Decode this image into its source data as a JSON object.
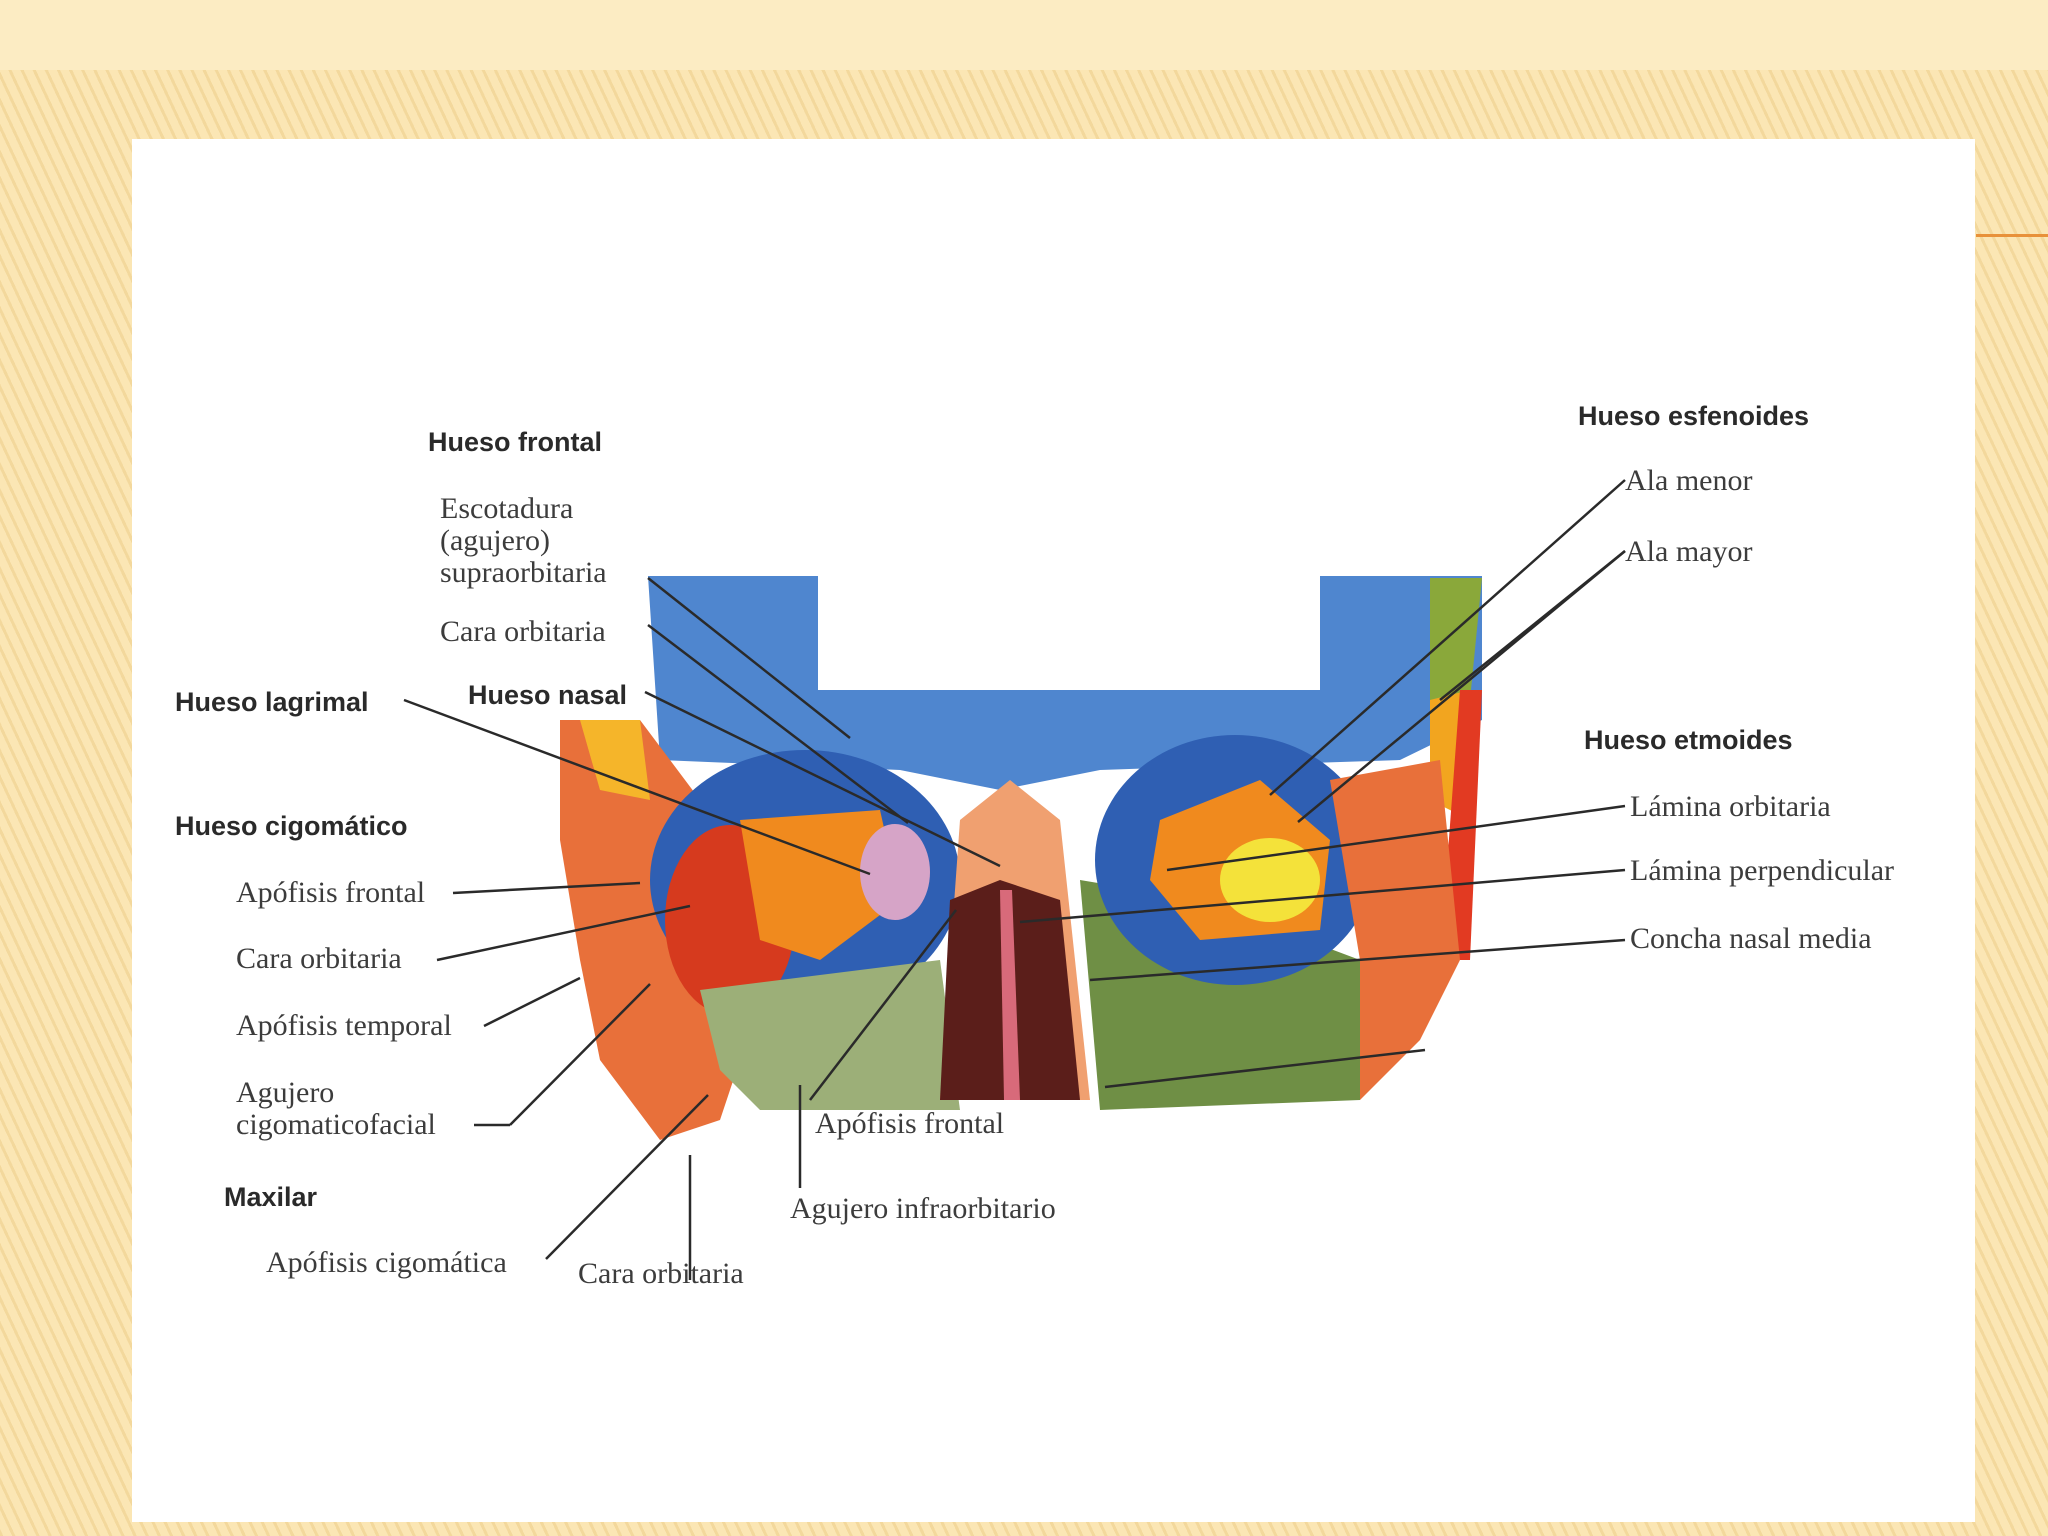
{
  "figure": {
    "labels": {
      "hueso_frontal": "Hueso frontal",
      "escotadura": "Escotadura (agujero) supraorbitaria",
      "frontal_cara_orbitaria": "Cara orbitaria",
      "hueso_nasal": "Hueso nasal",
      "hueso_lagrimal": "Hueso lagrimal",
      "hueso_cigomatico": "Hueso cigomático",
      "cig_apofisis_frontal": "Apófisis frontal",
      "cig_cara_orbitaria": "Cara orbitaria",
      "cig_apofisis_temporal": "Apófisis temporal",
      "agujero_cigomaticofacial": "Agujero cigomaticofacial",
      "maxilar": "Maxilar",
      "max_apofisis_cigomatica": "Apófisis cigomática",
      "max_cara_orbitaria": "Cara orbitaria",
      "max_apofisis_frontal": "Apófisis frontal",
      "agujero_infraorbitario": "Agujero infraorbitario",
      "hueso_esfenoides": "Hueso esfenoides",
      "ala_menor": "Ala menor",
      "ala_mayor": "Ala mayor",
      "hueso_etmoides": "Hueso etmoides",
      "lamina_orbitaria": "Lámina orbitaria",
      "lamina_perpendicular": "Lámina perpendicular",
      "concha_nasal_media": "Concha nasal media"
    },
    "bone_colors": {
      "frontal": "#4f86cf",
      "cigomatico": "#e8703a",
      "maxilar": "#7f9a55",
      "esfenoides": "#f2a51f",
      "etmoides": "#f4e23a",
      "lagrimal": "#d6a4c7",
      "nasal": "#f0a070"
    }
  }
}
